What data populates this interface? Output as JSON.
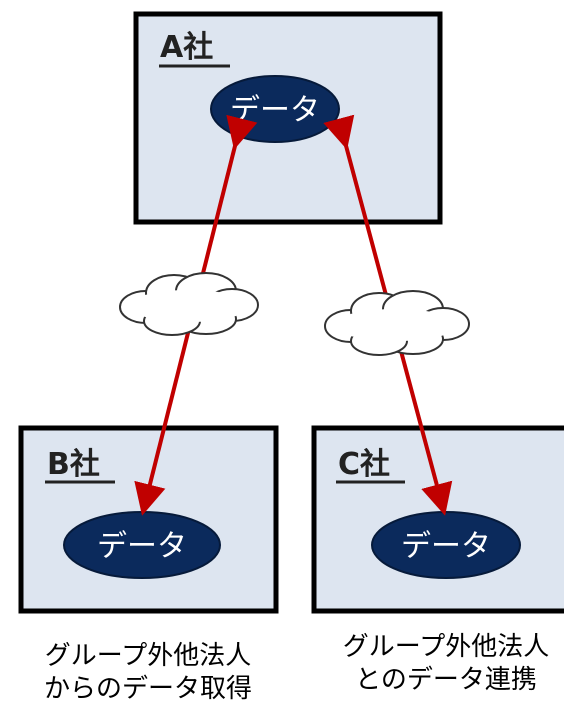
{
  "company_a": {
    "title": "A社",
    "data_label": "データ"
  },
  "company_b": {
    "title": "B社",
    "data_label": "データ"
  },
  "company_c": {
    "title": "C社",
    "data_label": "データ"
  },
  "captions": {
    "left_line1": "グループ外他法人",
    "left_line2": "からのデータ取得",
    "right_line1": "グループ外他法人",
    "right_line2": "とのデータ連携"
  },
  "colors": {
    "box_fill": "#dde5f0",
    "box_border": "#000000",
    "data_ellipse": "#0b2a5c",
    "arrow": "#c00000"
  },
  "icons": [
    "cloud-icon",
    "cloud-icon"
  ]
}
